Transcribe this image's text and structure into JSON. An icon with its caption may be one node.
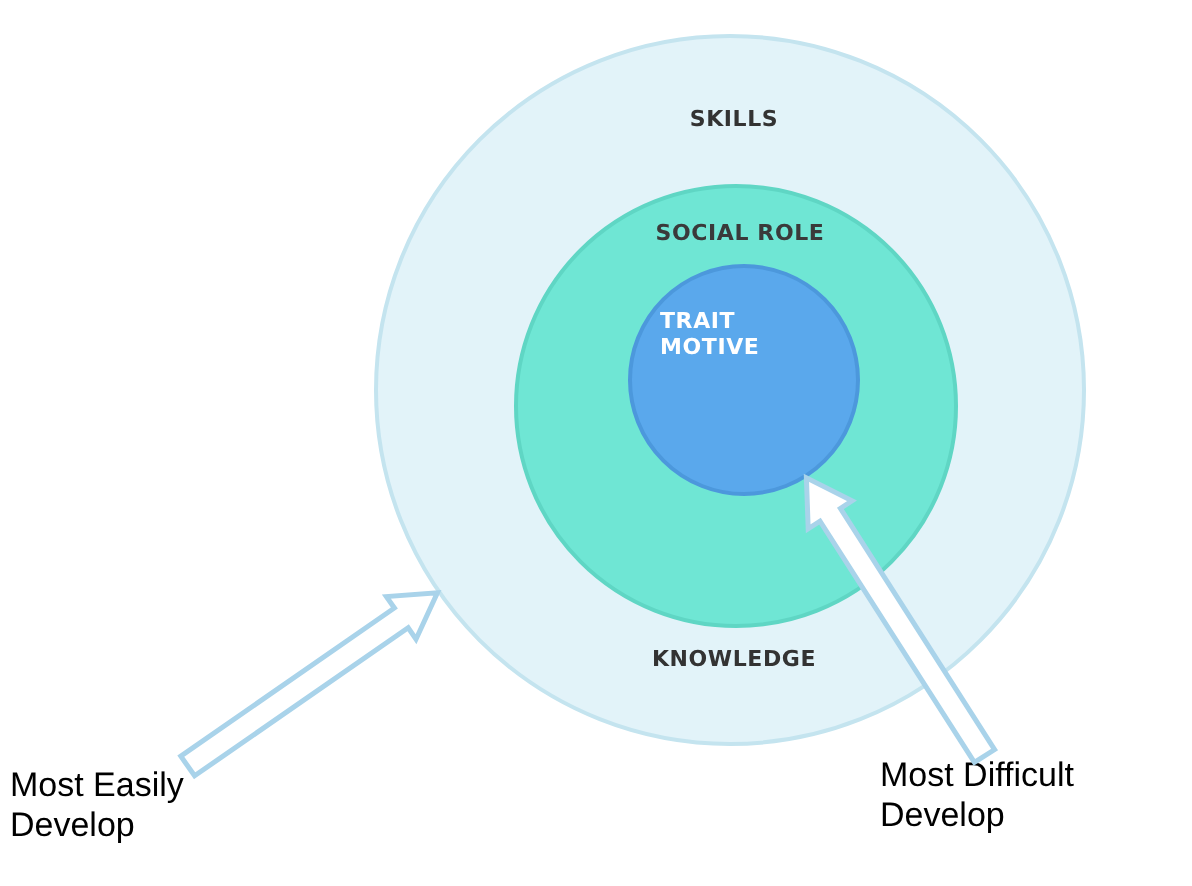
{
  "diagram": {
    "nodes": [
      {
        "text": [
          "SKILLS",
          "KNOWLEDGE"
        ]
      },
      {
        "text": [
          "SOCIAL ROLE"
        ],
        "in": 0
      },
      {
        "text": [
          "TRAIT MOTIVE"
        ],
        "in": 1
      },
      {
        "text": [
          "Most Easily Develop"
        ]
      },
      {
        "text": [
          "Most Difficult Develop"
        ]
      }
    ],
    "edges": [
      {
        "from": 3,
        "to": 0,
        "arrow": "to",
        "style": "thick"
      },
      {
        "from": 4,
        "to": 2,
        "arrow": "to",
        "style": "thick"
      }
    ]
  }
}
